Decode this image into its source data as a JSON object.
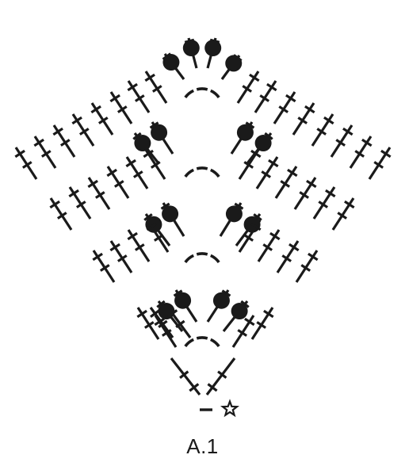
{
  "caption": "A.1",
  "colors": {
    "ink": "#1a1a1a",
    "background": "#ffffff"
  },
  "legend_symbols": [
    "treble-crochet",
    "bobble",
    "chain",
    "start-star"
  ]
}
